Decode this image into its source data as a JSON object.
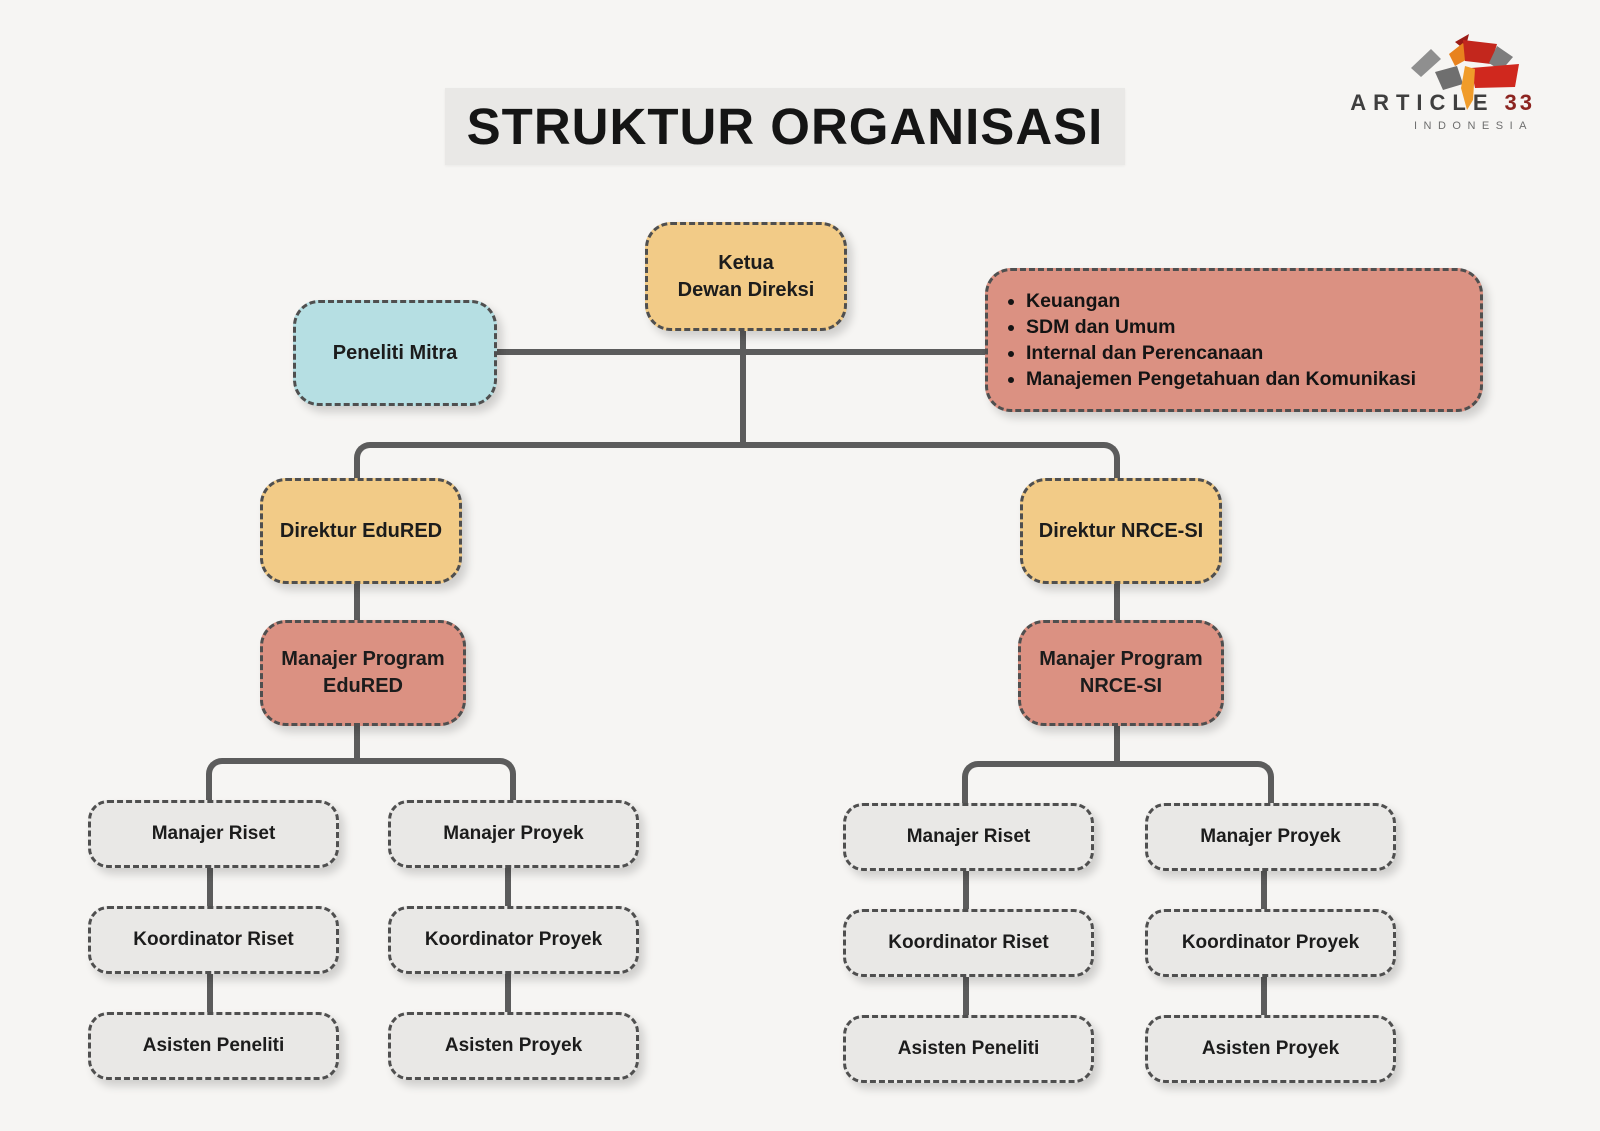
{
  "title": "STRUKTUR ORGANISASI",
  "logo": {
    "brand": "ARTICLE",
    "number": "33",
    "country": "INDONESIA"
  },
  "colors": {
    "background": "#f6f5f3",
    "title_bg": "#e9e8e6",
    "yellow": "#f2cb87",
    "salmon": "#db9182",
    "blue": "#b6dfe3",
    "gray": "#e9e8e6",
    "connector": "#5c5c5c",
    "dash_border": "#4f4f4f",
    "text": "#1c1c1c",
    "logo_red": "#8c2420"
  },
  "org": {
    "root": "Ketua\nDewan Direksi",
    "partner": "Peneliti Mitra",
    "support_units": [
      "Keuangan",
      "SDM dan Umum",
      "Internal dan Perencanaan",
      "Manajemen Pengetahuan dan Komunikasi"
    ],
    "edured": {
      "director": "Direktur EduRED",
      "program_manager": "Manajer Program\nEduRED",
      "riset": [
        "Manajer Riset",
        "Koordinator Riset",
        "Asisten Peneliti"
      ],
      "proyek": [
        "Manajer Proyek",
        "Koordinator Proyek",
        "Asisten Proyek"
      ]
    },
    "nrce": {
      "director": "Direktur NRCE-SI",
      "program_manager": "Manajer Program\nNRCE-SI",
      "riset": [
        "Manajer Riset",
        "Koordinator Riset",
        "Asisten Peneliti"
      ],
      "proyek": [
        "Manajer Proyek",
        "Koordinator Proyek",
        "Asisten Proyek"
      ]
    }
  }
}
